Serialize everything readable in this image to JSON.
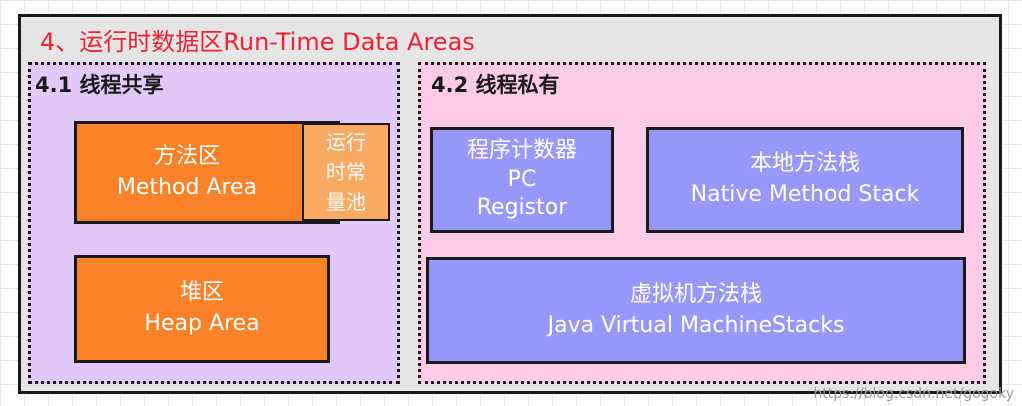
{
  "title": "4、运行时数据区Run-Time Data Areas",
  "shared": {
    "label": "4.1 线程共享",
    "method_area": {
      "cn": "方法区",
      "en": "Method Area"
    },
    "constant_pool": "运行时常量池",
    "heap": {
      "cn": "堆区",
      "en": "Heap Area"
    }
  },
  "private": {
    "label": "4.2 线程私有",
    "pc": {
      "line1": "程序计数器",
      "line2": "PC",
      "line3": "Registor"
    },
    "native_stack": {
      "cn": "本地方法栈",
      "en": "Native Method Stack"
    },
    "vm_stack": {
      "cn": "虚拟机方法栈",
      "en": "Java Virtual MachineStacks"
    }
  },
  "watermark": "https://blog.csdn.net/gogoky",
  "colors": {
    "title": "#ee2233",
    "shared_bg": "#e3c9f9",
    "private_bg": "#fccbe6",
    "orange_box": "#fb8228",
    "pool_box": "#fbaa63",
    "blue_box": "#9898fb"
  }
}
